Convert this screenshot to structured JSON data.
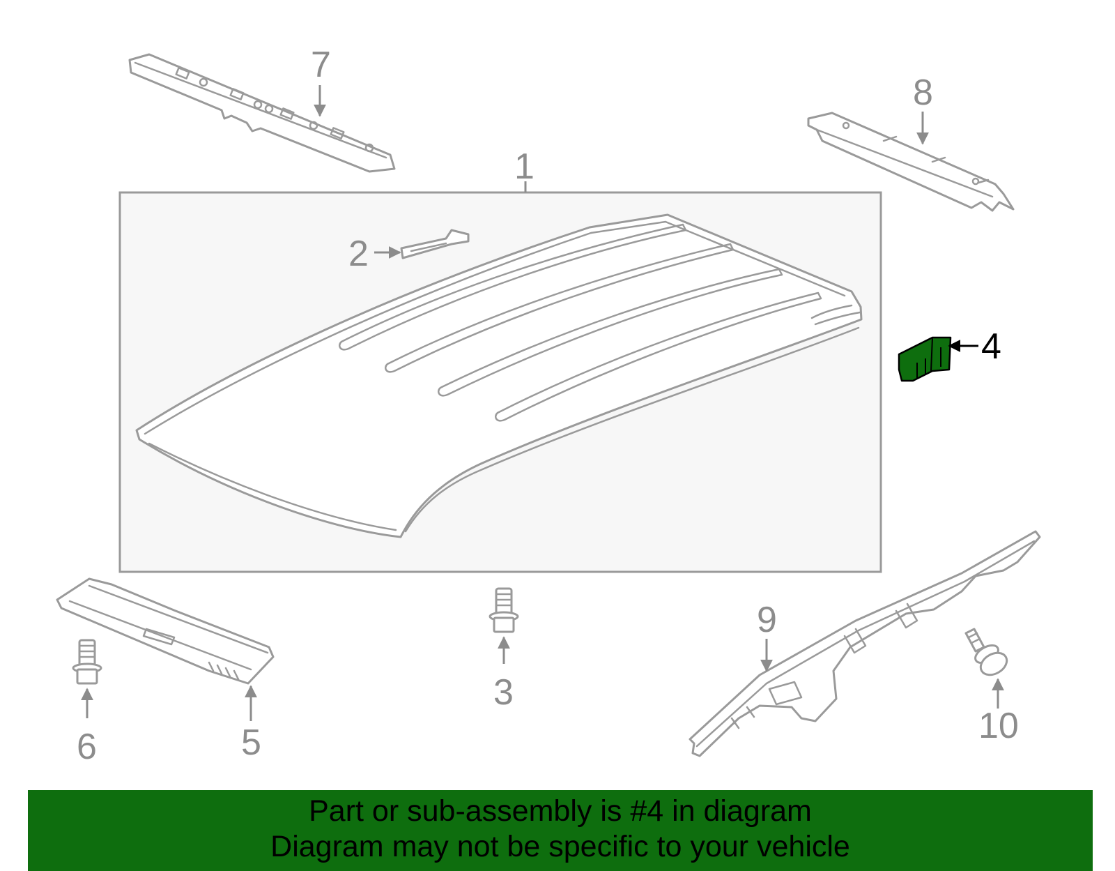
{
  "callouts": {
    "c1": "1",
    "c2": "2",
    "c3": "3",
    "c4": "4",
    "c5": "5",
    "c6": "6",
    "c7": "7",
    "c8": "8",
    "c9": "9",
    "c10": "10"
  },
  "highlighted_part": "4",
  "colors": {
    "highlight": "#0e6e0e",
    "line": "#9a9a9a",
    "panel": "#f7f7f7",
    "label": "#8c8c8c"
  },
  "banner": {
    "line1": "Part or sub-assembly is #4 in diagram",
    "line2": "Diagram may not be specific to your vehicle"
  }
}
